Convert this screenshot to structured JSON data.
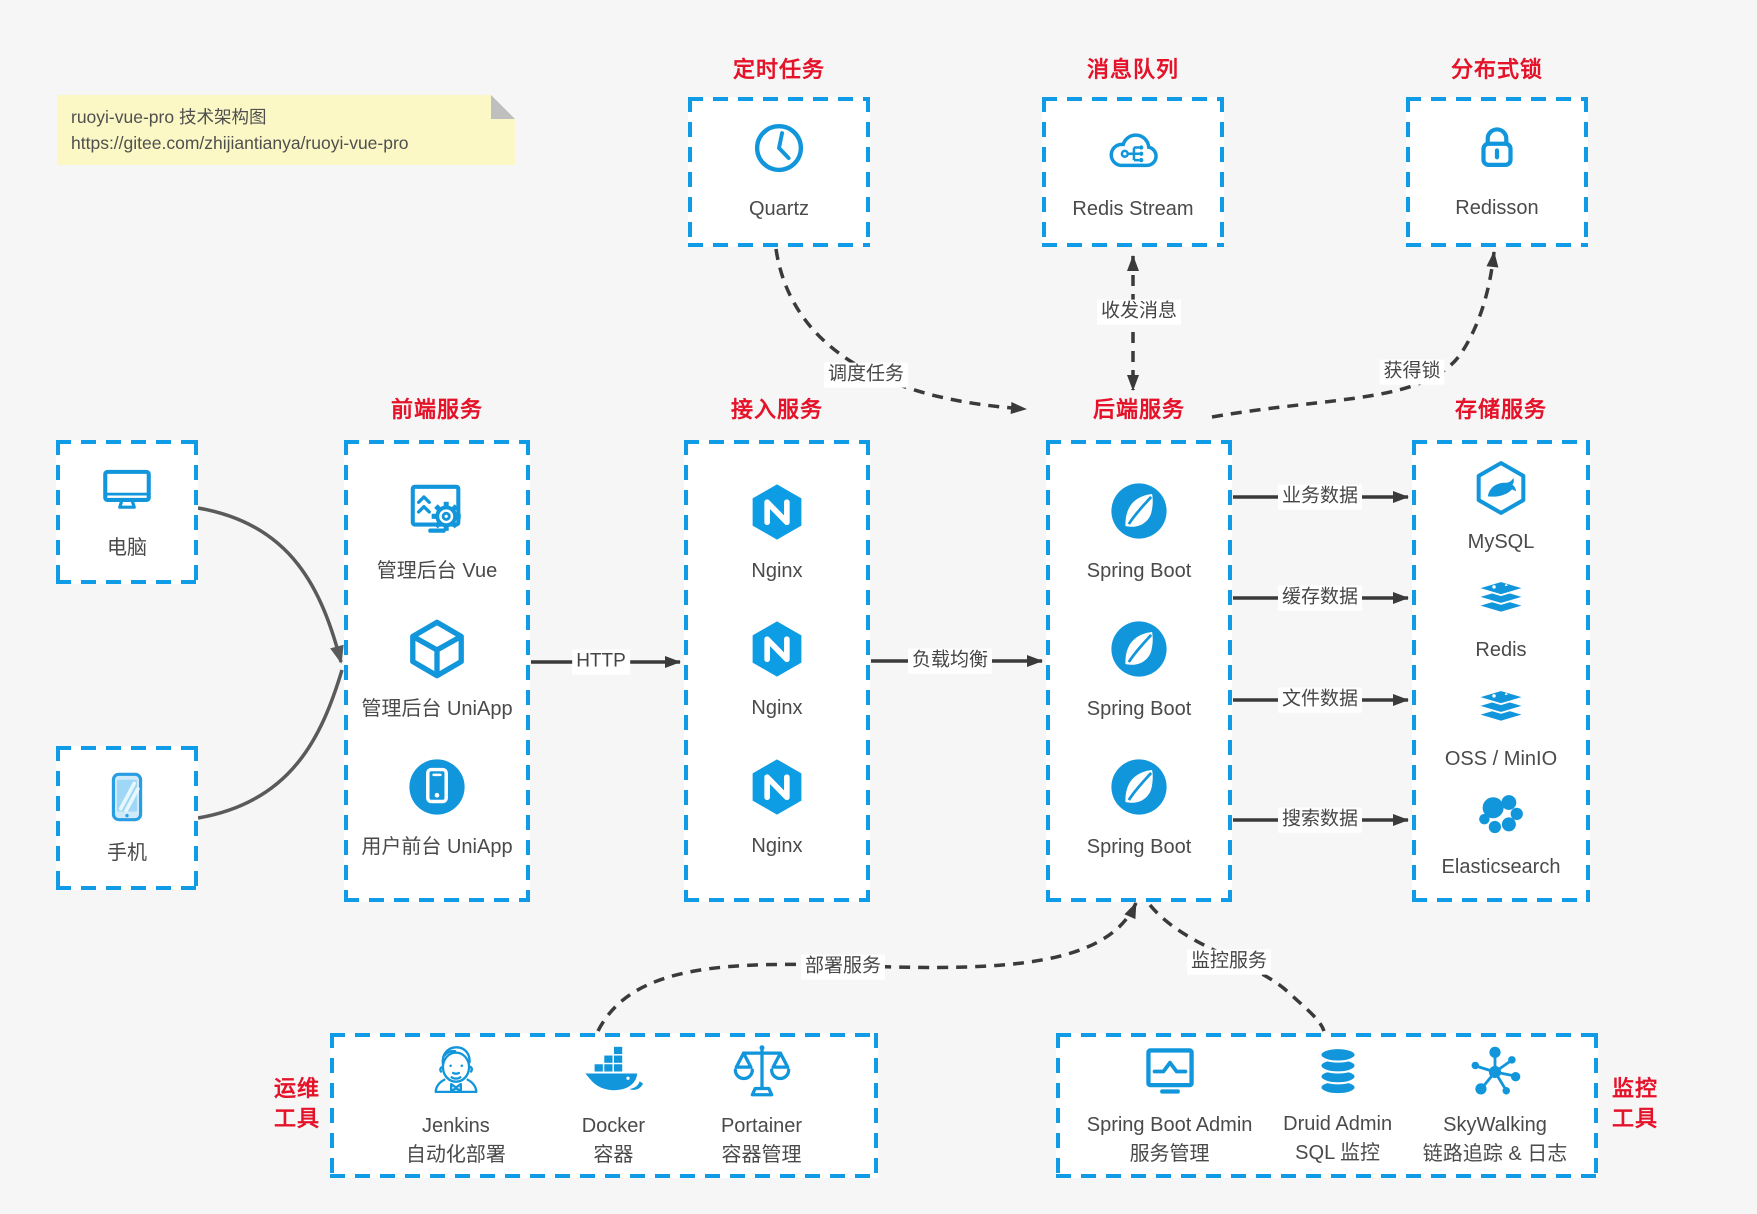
{
  "note": {
    "line1": "ruoyi-vue-pro 技术架构图",
    "line2": "https://gitee.com/zhijiantianya/ruoyi-vue-pro"
  },
  "top_groups": [
    {
      "title": "定时任务",
      "items": [
        {
          "label": "Quartz",
          "icon": "clock-icon"
        }
      ]
    },
    {
      "title": "消息队列",
      "items": [
        {
          "label": "Redis Stream",
          "icon": "cloud-mq-icon"
        }
      ]
    },
    {
      "title": "分布式锁",
      "items": [
        {
          "label": "Redisson",
          "icon": "lock-icon"
        }
      ]
    }
  ],
  "clients": [
    {
      "label": "电脑",
      "icon": "desktop-icon"
    },
    {
      "label": "手机",
      "icon": "phone-icon"
    }
  ],
  "columns": [
    {
      "title": "前端服务",
      "items": [
        {
          "label": "管理后台 Vue",
          "icon": "admin-vue-icon"
        },
        {
          "label": "管理后台 UniApp",
          "icon": "uniapp-cube-icon"
        },
        {
          "label": "用户前台 UniApp",
          "icon": "user-app-icon"
        }
      ]
    },
    {
      "title": "接入服务",
      "items": [
        {
          "label": "Nginx",
          "icon": "nginx-icon"
        },
        {
          "label": "Nginx",
          "icon": "nginx-icon"
        },
        {
          "label": "Nginx",
          "icon": "nginx-icon"
        }
      ]
    },
    {
      "title": "后端服务",
      "items": [
        {
          "label": "Spring Boot",
          "icon": "spring-boot-icon"
        },
        {
          "label": "Spring Boot",
          "icon": "spring-boot-icon"
        },
        {
          "label": "Spring Boot",
          "icon": "spring-boot-icon"
        }
      ]
    },
    {
      "title": "存储服务",
      "items": [
        {
          "label": "MySQL",
          "icon": "mysql-icon"
        },
        {
          "label": "Redis",
          "icon": "redis-stack-icon"
        },
        {
          "label": "OSS / MinIO",
          "icon": "oss-stack-icon"
        },
        {
          "label": "Elasticsearch",
          "icon": "elasticsearch-icon"
        }
      ]
    }
  ],
  "bottom_groups": [
    {
      "title_lines": [
        "运维",
        "工具"
      ],
      "items": [
        {
          "label": "Jenkins",
          "sublabel": "自动化部署",
          "icon": "jenkins-icon"
        },
        {
          "label": "Docker",
          "sublabel": "容器",
          "icon": "docker-icon"
        },
        {
          "label": "Portainer",
          "sublabel": "容器管理",
          "icon": "portainer-icon"
        }
      ]
    },
    {
      "title_lines": [
        "监控",
        "工具"
      ],
      "items": [
        {
          "label": "Spring Boot Admin",
          "sublabel": "服务管理",
          "icon": "sba-icon"
        },
        {
          "label": "Druid Admin",
          "sublabel": "SQL 监控",
          "icon": "druid-icon"
        },
        {
          "label": "SkyWalking",
          "sublabel": "链路追踪 & 日志",
          "icon": "skywalking-icon"
        }
      ]
    }
  ],
  "edge_labels": {
    "http": "HTTP",
    "load_balance": "负载均衡",
    "schedule_task": "调度任务",
    "send_receive_message": "收发消息",
    "acquire_lock": "获得锁",
    "business_data": "业务数据",
    "cache_data": "缓存数据",
    "file_data": "文件数据",
    "search_data": "搜索数据",
    "deploy_service": "部署服务",
    "monitor_service": "监控服务"
  },
  "colors": {
    "border_blue": "#0f9be6",
    "icon_blue": "#1296db",
    "title_red": "#e41329",
    "arrow_dark": "#3a3a3a",
    "client_line_gray": "#5a5a5a",
    "note_bg": "#fbf8c6",
    "canvas_bg": "#f6f6f7"
  }
}
